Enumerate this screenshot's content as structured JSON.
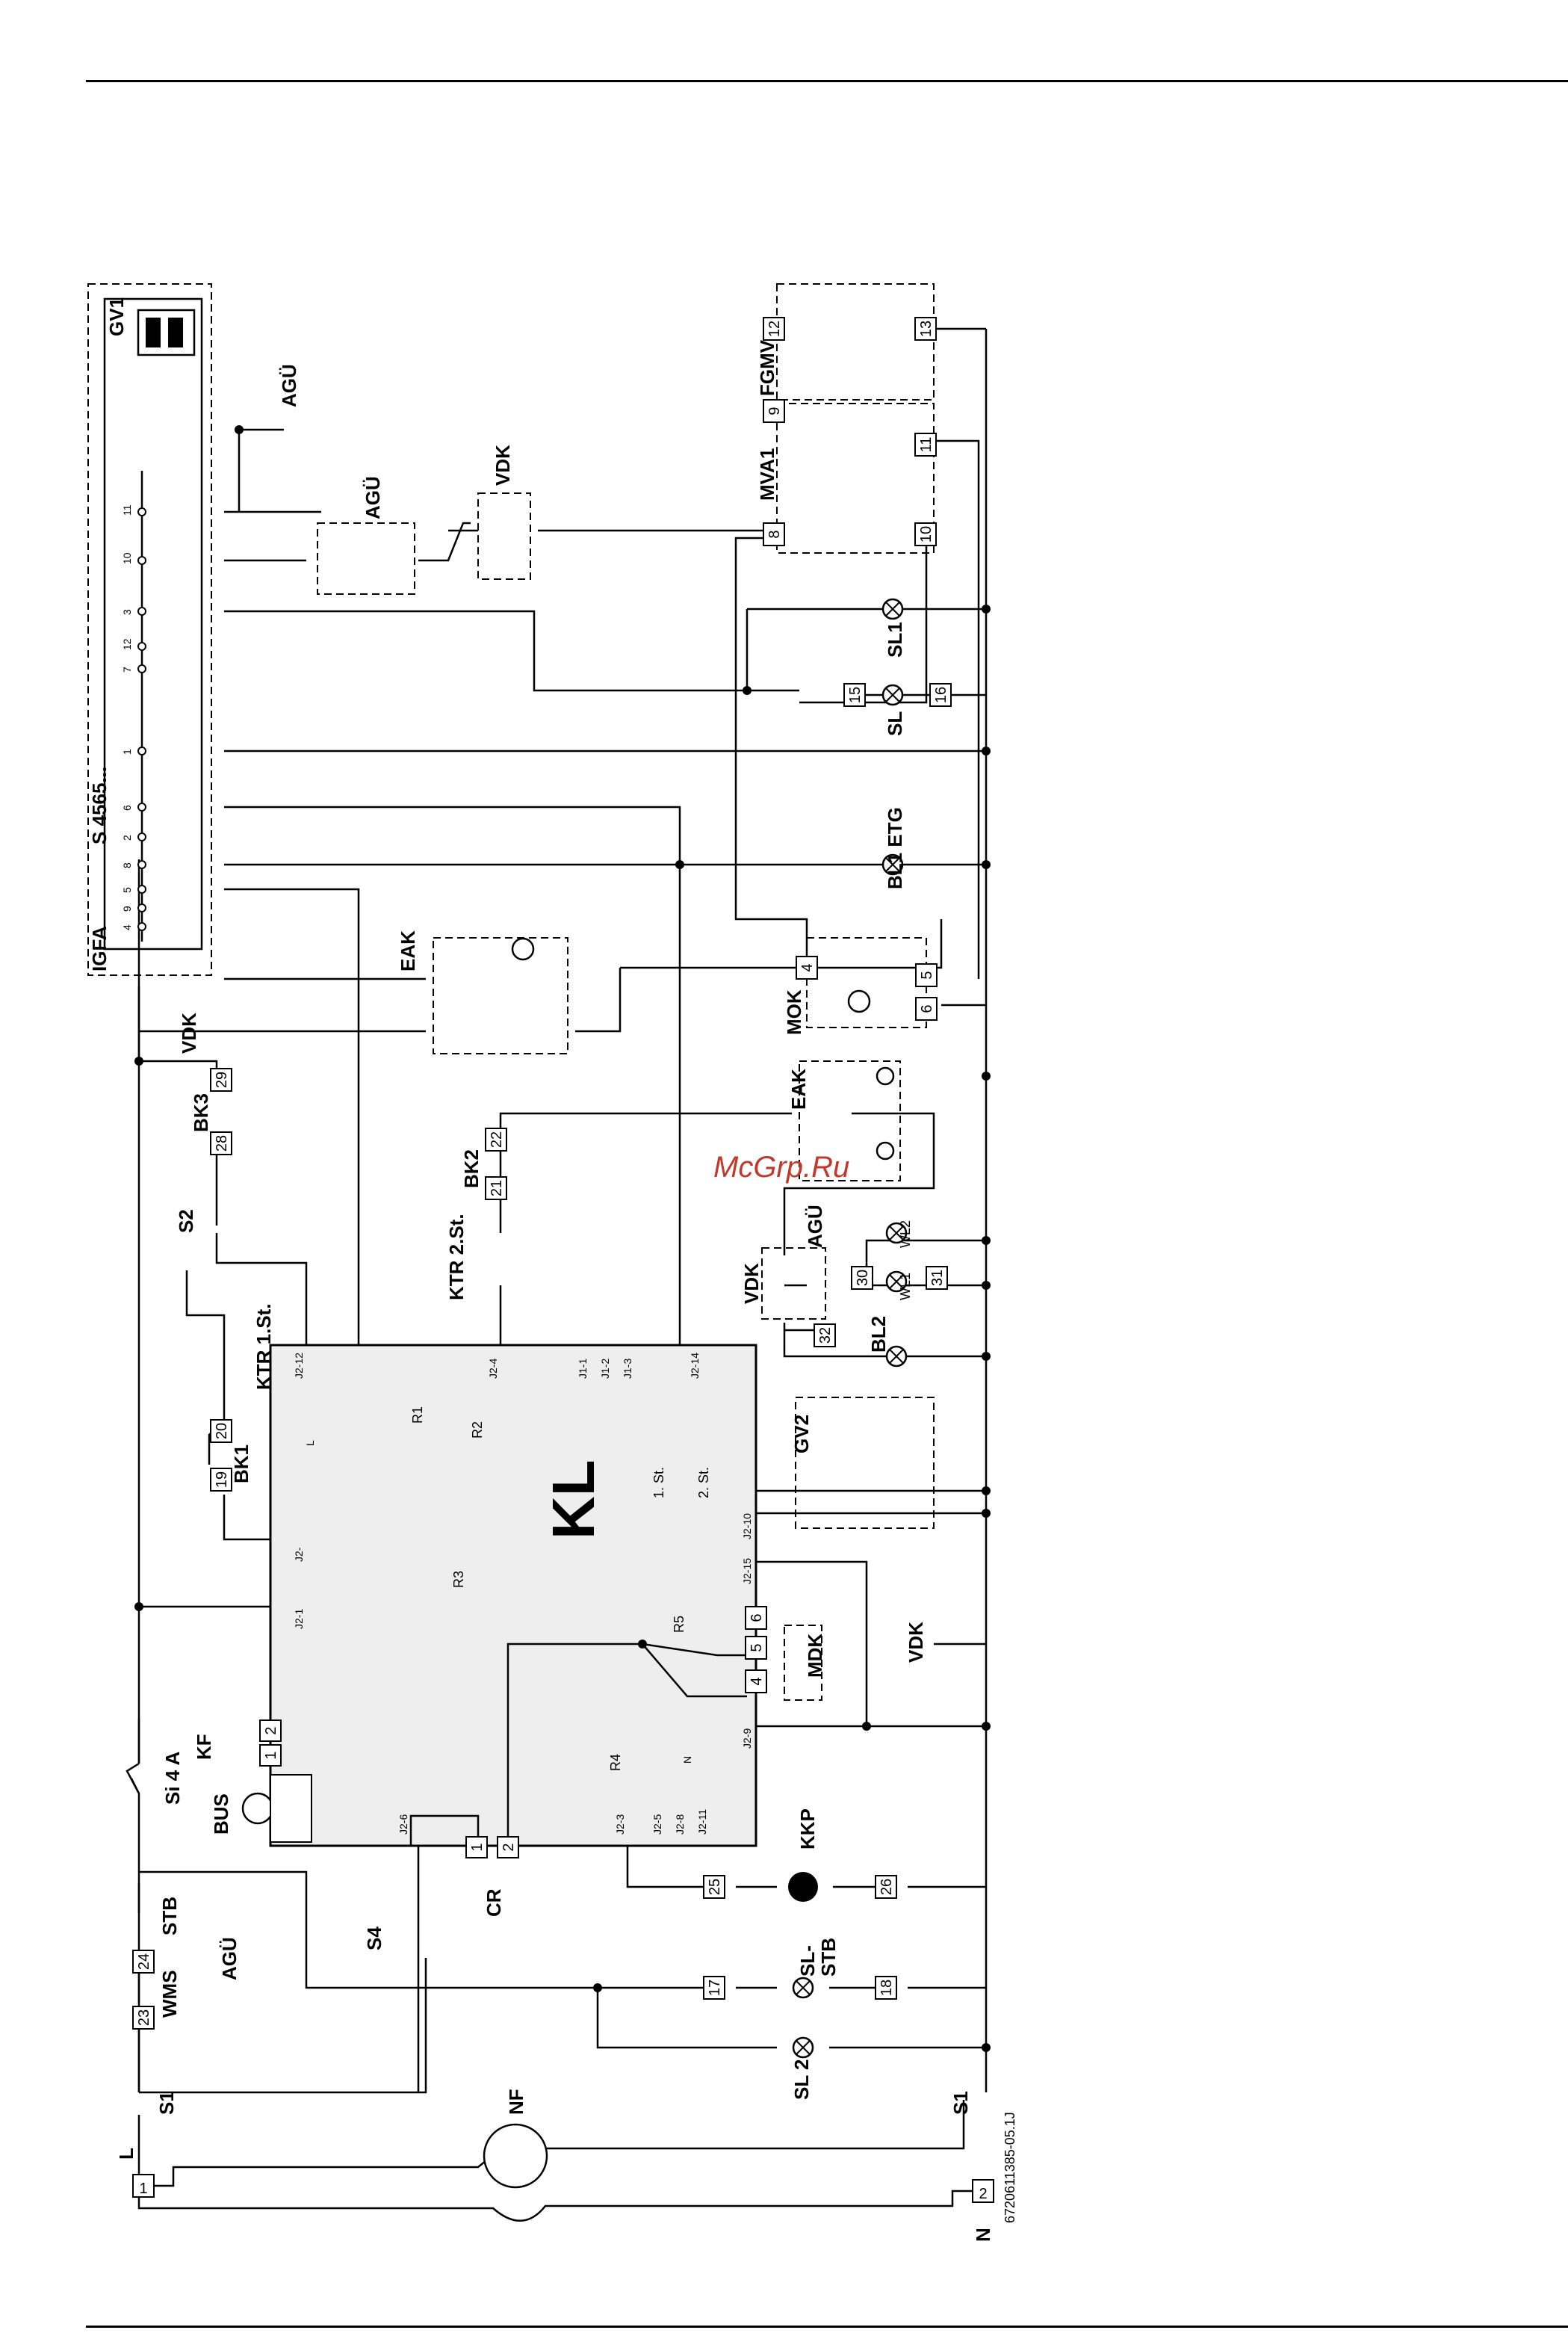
{
  "watermark": "McGrp.Ru",
  "doc_id": "6720611385-05.1J",
  "terminals": {
    "l": "L",
    "l_box": "1",
    "n": "N",
    "n_box": "2"
  },
  "components": {
    "kl": "KL",
    "nf": "NF",
    "s1_left": "S1",
    "s1_right": "S1",
    "wms": "WMS",
    "agu_wms": "AGÜ",
    "stb": "STB",
    "s4": "S4",
    "cr": "CR",
    "si": "Si 4 A",
    "kf": "KF",
    "bus": "BUS",
    "kkp": "KKP",
    "sl_stb_1": "SL-",
    "sl_stb_2": "STB",
    "sl2": "SL 2",
    "ktr1": "KTR 1.St.",
    "ktr2": "KTR 2.St.",
    "s2": "S2",
    "bk1": "BK1",
    "bk2": "BK2",
    "bk3": "BK3",
    "vdk_top_left": "VDK",
    "vdk_top": "VDK",
    "vdk_mid": "VDK",
    "vdk_bottom": "VDK",
    "eak_top": "EAK",
    "eak_mid": "EAK",
    "mok": "MOK",
    "igfa": "IGFA",
    "s4565": "S 4565...",
    "gv1": "GV1",
    "gv2": "GV2",
    "agu_top": "AGÜ",
    "agu_left": "AGÜ",
    "agu_mid": "AGÜ",
    "mva1": "MVA1",
    "fgmv": "FGMV",
    "sl1": "SL1",
    "sl": "SL",
    "bl1_etg": "BL1 ETG",
    "bl2": "BL2",
    "wl1": "WL1",
    "wl2": "WL2",
    "mdk": "MDK",
    "r1": "R1",
    "r2": "R2",
    "r3": "R3",
    "r4": "R4",
    "r5": "R5",
    "st1": "1. St.",
    "st2": "2. St."
  },
  "kl_pins": {
    "j2_12": "J2-12",
    "j2_4": "J2-4",
    "j1_1": "J1-1",
    "j1_2": "J1-2",
    "j1_3": "J1-3",
    "j2_14": "J2-14",
    "j2_10": "J2-10",
    "j2_15": "J2-15",
    "j2_9": "J2-9",
    "j2_3": "J2-3",
    "j2_5": "J2-5",
    "j2_8": "J2-8",
    "j2_11": "J2-11",
    "j2_6": "J2-6",
    "j2_1": "J2-1",
    "j2_blank": "J2-",
    "l_pin": "L",
    "n_pin": "N"
  },
  "boxes": {
    "b23": "23",
    "b24": "24",
    "b25": "25",
    "b26": "26",
    "b17": "17",
    "b18": "18",
    "b19": "19",
    "b20": "20",
    "b21": "21",
    "b22": "22",
    "b28": "28",
    "b29": "29",
    "b30": "30",
    "b31": "31",
    "b32": "32",
    "b4": "4",
    "b5": "5",
    "b6": "6",
    "b8": "8",
    "b9": "9",
    "b10": "10",
    "b11": "11",
    "b12": "12",
    "b13": "13",
    "b15": "15",
    "b16": "16",
    "mok4": "4",
    "mok5": "5",
    "mok6": "6",
    "cr1": "1",
    "cr2": "2",
    "kf1": "1",
    "kf2": "2"
  },
  "igfa_pins": [
    "11",
    "10",
    "3",
    "12",
    "7",
    "1",
    "6",
    "2",
    "8",
    "5",
    "9",
    "4"
  ]
}
